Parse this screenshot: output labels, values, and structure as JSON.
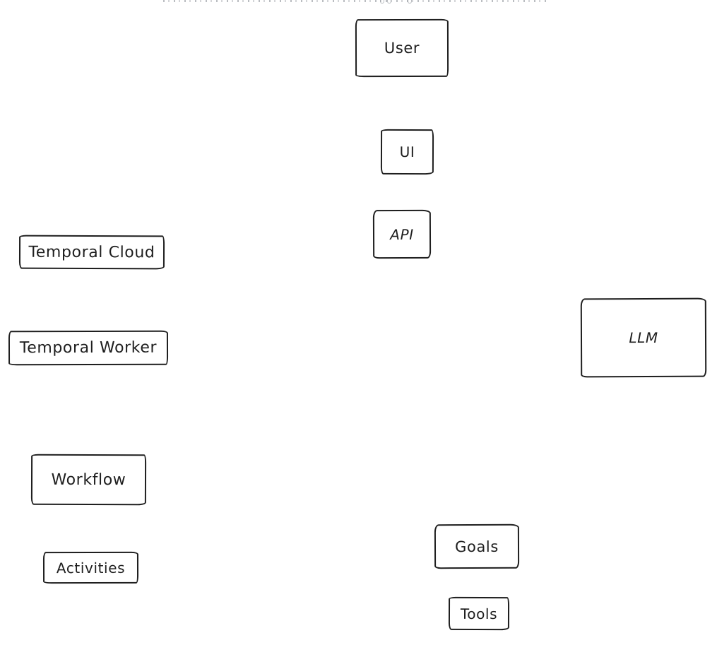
{
  "diagram": {
    "background_color": "#ffffff",
    "stroke_color": "#1e1e1e",
    "fill_color": "#ffffff",
    "style": "hand-drawn-sketch",
    "nodes": [
      {
        "id": "user",
        "label": "User"
      },
      {
        "id": "ui",
        "label": "UI"
      },
      {
        "id": "api",
        "label": "API"
      },
      {
        "id": "temporal_cloud",
        "label": "Temporal Cloud"
      },
      {
        "id": "temporal_worker",
        "label": "Temporal Worker"
      },
      {
        "id": "llm",
        "label": "LLM"
      },
      {
        "id": "workflow",
        "label": "Workflow"
      },
      {
        "id": "activities",
        "label": "Activities"
      },
      {
        "id": "goals",
        "label": "Goals"
      },
      {
        "id": "tools",
        "label": "Tools"
      }
    ],
    "connections": [],
    "artifacts": {
      "clipped_text_line_at_top_edge": {
        "present": true,
        "readable": false
      }
    }
  }
}
